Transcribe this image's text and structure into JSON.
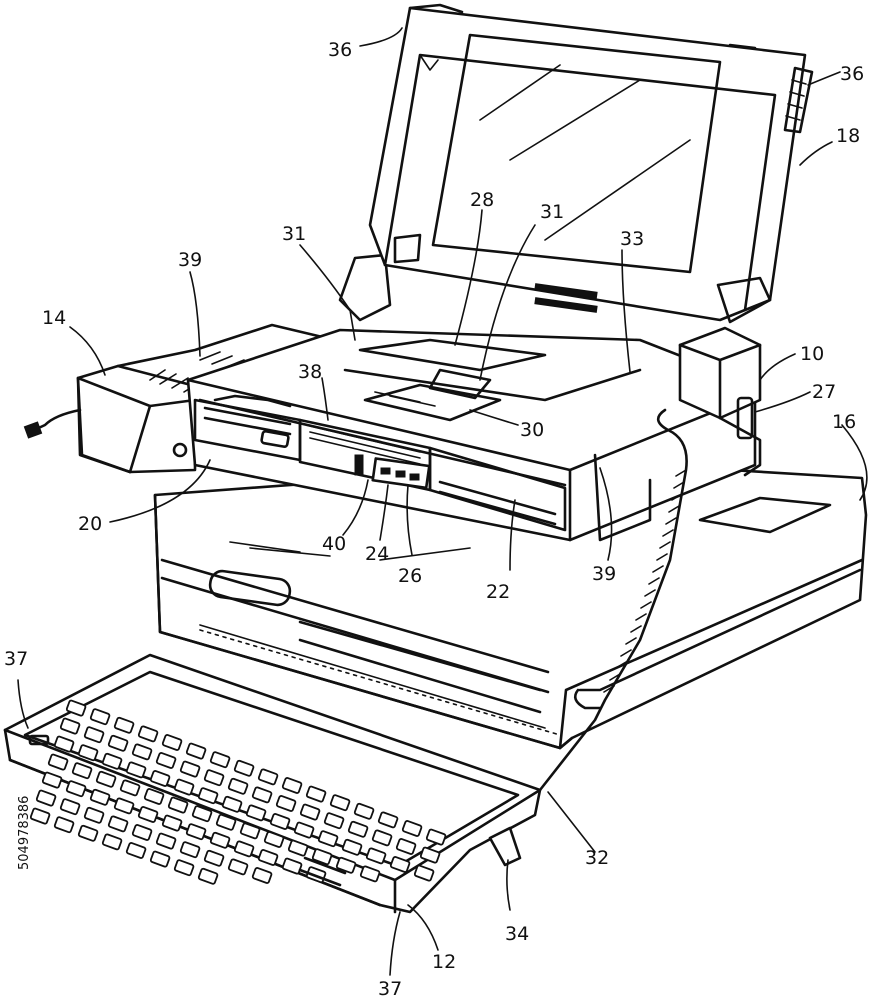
{
  "reference_numerals": [
    {
      "id": "n36a",
      "text": "36"
    },
    {
      "id": "n36b",
      "text": "36"
    },
    {
      "id": "n18",
      "text": "18"
    },
    {
      "id": "n28",
      "text": "28"
    },
    {
      "id": "n31a",
      "text": "31"
    },
    {
      "id": "n31b",
      "text": "31"
    },
    {
      "id": "n33",
      "text": "33"
    },
    {
      "id": "n39a",
      "text": "39"
    },
    {
      "id": "n14",
      "text": "14"
    },
    {
      "id": "n38",
      "text": "38"
    },
    {
      "id": "n10",
      "text": "10"
    },
    {
      "id": "n27",
      "text": "27"
    },
    {
      "id": "n16",
      "text": "16"
    },
    {
      "id": "n30",
      "text": "30"
    },
    {
      "id": "n20",
      "text": "20"
    },
    {
      "id": "n40",
      "text": "40"
    },
    {
      "id": "n24",
      "text": "24"
    },
    {
      "id": "n26",
      "text": "26"
    },
    {
      "id": "n22",
      "text": "22"
    },
    {
      "id": "n39b",
      "text": "39"
    },
    {
      "id": "n37a",
      "text": "37"
    },
    {
      "id": "n32",
      "text": "32"
    },
    {
      "id": "n34",
      "text": "34"
    },
    {
      "id": "n12",
      "text": "12"
    },
    {
      "id": "n37b",
      "text": "37"
    }
  ],
  "stock_id": "504978386"
}
